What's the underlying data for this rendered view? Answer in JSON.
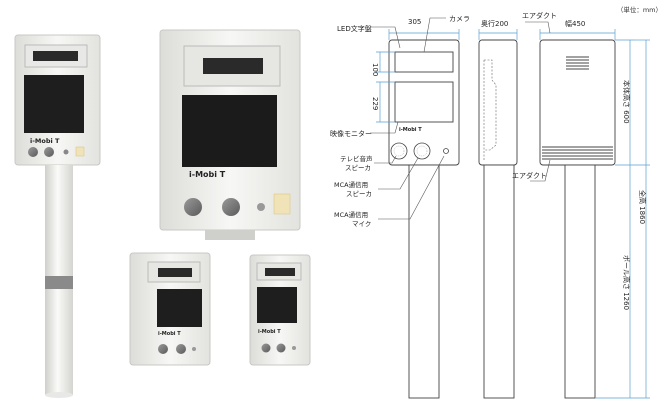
{
  "unit_note": "（単位：mm）",
  "brand": "i-Mobi T",
  "front_view": {
    "label_led": "LED文字盤",
    "label_camera": "カメラ",
    "label_monitor": "映像モニター",
    "label_tv_speaker_1": "テレビ音声",
    "label_tv_speaker_2": "スピーカ",
    "label_mca_speaker_1": "MCA通信用",
    "label_mca_speaker_2": "スピーカ",
    "label_mca_mic_1": "MCA通信用",
    "label_mca_mic_2": "マイク",
    "dim_width": "305",
    "dim_led_height": "100",
    "dim_monitor_height": "229"
  },
  "side_view": {
    "dim_depth": "奥行200"
  },
  "back_view": {
    "label_air_duct_top": "エアダクト",
    "label_air_duct_bottom": "エアダクト",
    "dim_width": "幅450",
    "dim_body_height": "本体高さ 600",
    "dim_total_height": "全高 1860",
    "dim_pole_height": "ポール高さ 1260"
  },
  "colors": {
    "dimension_line": "#5a9fd0",
    "device_body": "#f2f2ef",
    "screen": "#1e1e1e",
    "pole_band": "#8a8a8a"
  }
}
